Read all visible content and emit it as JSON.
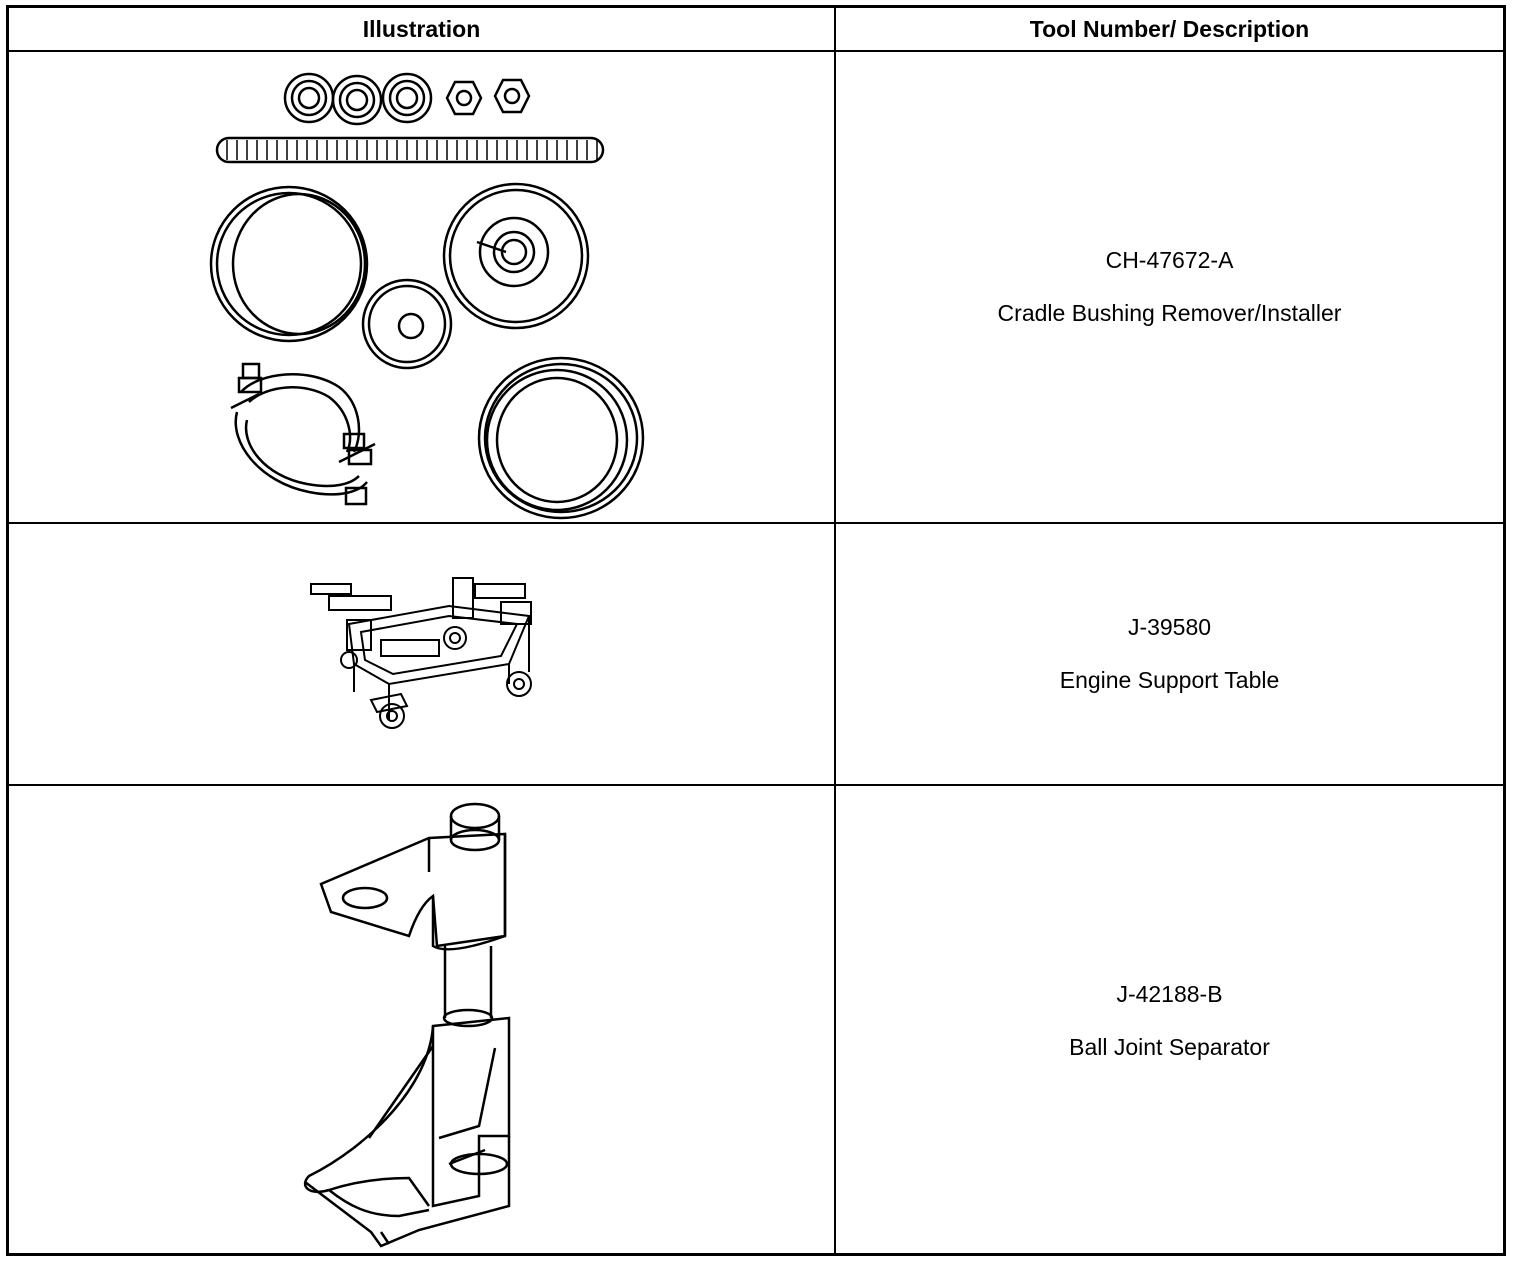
{
  "table": {
    "headers": {
      "illustration": "Illustration",
      "tool": "Tool Number/ Description"
    },
    "rows": [
      {
        "tool_number": "CH-47672-A",
        "description": "Cradle Bushing Remover/Installer",
        "illustration_icon": "bushing-tool-kit-icon"
      },
      {
        "tool_number": "J-39580",
        "description": "Engine Support Table",
        "illustration_icon": "engine-support-table-icon"
      },
      {
        "tool_number": "J-42188-B",
        "description": "Ball Joint Separator",
        "illustration_icon": "ball-joint-separator-icon"
      }
    ]
  }
}
